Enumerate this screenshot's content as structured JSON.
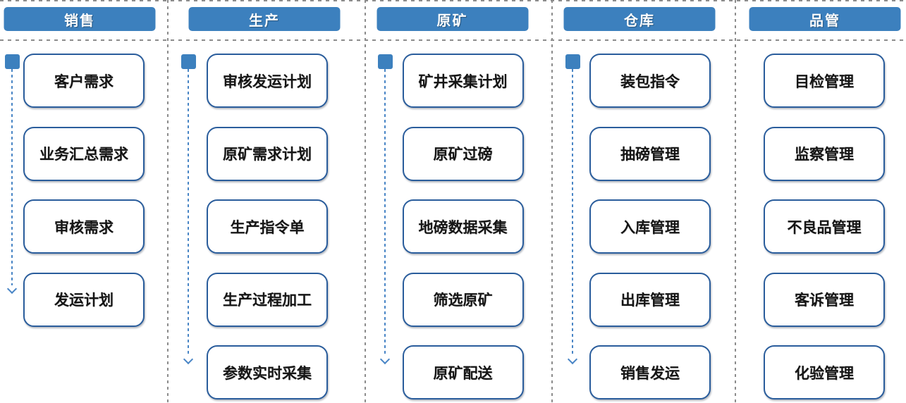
{
  "diagram": {
    "title": "process-flow-diagram",
    "columns": [
      {
        "header": "销售",
        "has_flow_arrow": true,
        "items": [
          "客户需求",
          "业务汇总需求",
          "审核需求",
          "发运计划"
        ]
      },
      {
        "header": "生产",
        "has_flow_arrow": true,
        "items": [
          "审核发运计划",
          "原矿需求计划",
          "生产指令单",
          "生产过程加工",
          "参数实时采集"
        ]
      },
      {
        "header": "原矿",
        "has_flow_arrow": true,
        "items": [
          "矿井采集计划",
          "原矿过磅",
          "地磅数据采集",
          "筛选原矿",
          "原矿配送"
        ]
      },
      {
        "header": "仓库",
        "has_flow_arrow": true,
        "items": [
          "装包指令",
          "抽磅管理",
          "入库管理",
          "出库管理",
          "销售发运"
        ]
      },
      {
        "header": "品管",
        "has_flow_arrow": false,
        "items": [
          "目检管理",
          "监察管理",
          "不良品管理",
          "客诉管理",
          "化验管理"
        ]
      }
    ],
    "colors": {
      "header_bg": "#3c80be",
      "box_border": "#2a5d9c",
      "arrow_blue": "#4a86c6",
      "divider_gray": "#8c8c8c"
    }
  }
}
